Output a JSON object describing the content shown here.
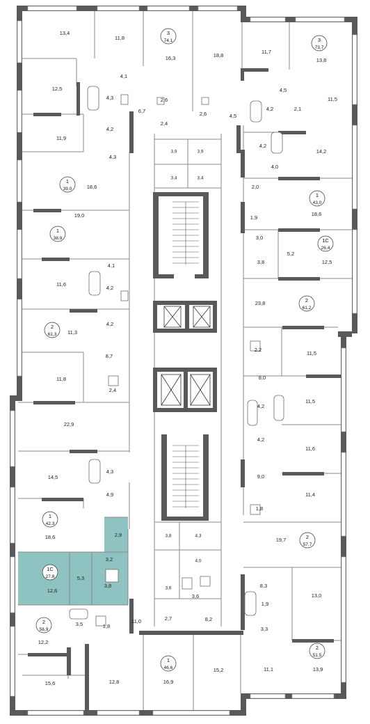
{
  "plan": {
    "accent_color": "#8fc3c1",
    "wall_color": "#58595b",
    "highlighted_unit": {
      "type": "1С",
      "area": "27,8"
    },
    "apartments": [
      {
        "id": "apt-a",
        "type": "3",
        "area": "74,1"
      },
      {
        "id": "apt-b",
        "type": "3",
        "area": "73,7"
      },
      {
        "id": "apt-c",
        "type": "1",
        "area": "39,0"
      },
      {
        "id": "apt-d",
        "type": "1",
        "area": "43,0"
      },
      {
        "id": "apt-e",
        "type": "1",
        "area": "38,9"
      },
      {
        "id": "apt-f",
        "type": "1С",
        "area": "26,4"
      },
      {
        "id": "apt-g",
        "type": "2",
        "area": "61,2"
      },
      {
        "id": "apt-h",
        "type": "2",
        "area": "61,3"
      },
      {
        "id": "apt-i",
        "type": "1",
        "area": "42,3"
      },
      {
        "id": "apt-j",
        "type": "2",
        "area": "57,7"
      },
      {
        "id": "apt-k",
        "type": "1С",
        "area": "27,8"
      },
      {
        "id": "apt-l",
        "type": "2",
        "area": "56,9"
      },
      {
        "id": "apt-m",
        "type": "2",
        "area": "51,5"
      },
      {
        "id": "apt-n",
        "type": "1",
        "area": "46,6"
      }
    ],
    "rooms": [
      {
        "id": "r01",
        "text": "13,4"
      },
      {
        "id": "r02",
        "text": "11,8"
      },
      {
        "id": "r03",
        "text": "16,3"
      },
      {
        "id": "r04",
        "text": "18,8"
      },
      {
        "id": "r05",
        "text": "11,7"
      },
      {
        "id": "r06",
        "text": "13,8"
      },
      {
        "id": "r07",
        "text": "4,1"
      },
      {
        "id": "r08",
        "text": "12,5"
      },
      {
        "id": "r09",
        "text": "4,3"
      },
      {
        "id": "r10",
        "text": "6,7"
      },
      {
        "id": "r11",
        "text": "2,6"
      },
      {
        "id": "r12",
        "text": "2,6"
      },
      {
        "id": "r13",
        "text": "4,5"
      },
      {
        "id": "r14",
        "text": "4,5"
      },
      {
        "id": "r15",
        "text": "11,5"
      },
      {
        "id": "r16",
        "text": "4,2"
      },
      {
        "id": "r17",
        "text": "2,1"
      },
      {
        "id": "r18",
        "text": "2,4"
      },
      {
        "id": "r19",
        "text": "4,2"
      },
      {
        "id": "r20",
        "text": "11,9"
      },
      {
        "id": "r21",
        "text": "3,9"
      },
      {
        "id": "r22",
        "text": "3,9"
      },
      {
        "id": "r23",
        "text": "4,2"
      },
      {
        "id": "r24",
        "text": "14,2"
      },
      {
        "id": "r25",
        "text": "4,3"
      },
      {
        "id": "r26",
        "text": "4,0"
      },
      {
        "id": "r27",
        "text": "3,4"
      },
      {
        "id": "r28",
        "text": "3,4"
      },
      {
        "id": "r29",
        "text": "2,0"
      },
      {
        "id": "r30",
        "text": "18,6"
      },
      {
        "id": "r31",
        "text": "18,6"
      },
      {
        "id": "r32",
        "text": "1,9"
      },
      {
        "id": "r33",
        "text": "19,0"
      },
      {
        "id": "r34",
        "text": "3,0"
      },
      {
        "id": "r35",
        "text": "5,2"
      },
      {
        "id": "r36",
        "text": "3,8"
      },
      {
        "id": "r37",
        "text": "12,5"
      },
      {
        "id": "r38",
        "text": "4,1"
      },
      {
        "id": "r39",
        "text": "11,6"
      },
      {
        "id": "r40",
        "text": "4,2"
      },
      {
        "id": "r41",
        "text": "23,8"
      },
      {
        "id": "r42",
        "text": "4,2"
      },
      {
        "id": "r43",
        "text": "11,3"
      },
      {
        "id": "r44",
        "text": "2,2"
      },
      {
        "id": "r45",
        "text": "11,5"
      },
      {
        "id": "r46",
        "text": "8,7"
      },
      {
        "id": "r47",
        "text": "8,0"
      },
      {
        "id": "r48",
        "text": "11,8"
      },
      {
        "id": "r49",
        "text": "2,4"
      },
      {
        "id": "r50",
        "text": "11,5"
      },
      {
        "id": "r51",
        "text": "4,2"
      },
      {
        "id": "r52",
        "text": "22,9"
      },
      {
        "id": "r53",
        "text": "4,2"
      },
      {
        "id": "r54",
        "text": "11,6"
      },
      {
        "id": "r55",
        "text": "14,5"
      },
      {
        "id": "r56",
        "text": "4,3"
      },
      {
        "id": "r57",
        "text": "9,0"
      },
      {
        "id": "r58",
        "text": "11,4"
      },
      {
        "id": "r59",
        "text": "4,9"
      },
      {
        "id": "r60",
        "text": "1,8"
      },
      {
        "id": "r61",
        "text": "18,6"
      },
      {
        "id": "r62",
        "text": "2,9"
      },
      {
        "id": "r63",
        "text": "3,8"
      },
      {
        "id": "r64",
        "text": "4,3"
      },
      {
        "id": "r65",
        "text": "19,7"
      },
      {
        "id": "r66",
        "text": "3,2"
      },
      {
        "id": "r67",
        "text": "4,0"
      },
      {
        "id": "r68",
        "text": "5,3"
      },
      {
        "id": "r69",
        "text": "8,3"
      },
      {
        "id": "r70",
        "text": "12,6"
      },
      {
        "id": "r71",
        "text": "3,8"
      },
      {
        "id": "r72",
        "text": "3,6"
      },
      {
        "id": "r73",
        "text": "3,6"
      },
      {
        "id": "r74",
        "text": "1,9"
      },
      {
        "id": "r75",
        "text": "13,0"
      },
      {
        "id": "r76",
        "text": "3,5"
      },
      {
        "id": "r77",
        "text": "1,8"
      },
      {
        "id": "r78",
        "text": "11,0"
      },
      {
        "id": "r79",
        "text": "3,3"
      },
      {
        "id": "r80",
        "text": "12,2"
      },
      {
        "id": "r81",
        "text": "2,7"
      },
      {
        "id": "r82",
        "text": "8,2"
      },
      {
        "id": "r83",
        "text": "15,6"
      },
      {
        "id": "r84",
        "text": "12,8"
      },
      {
        "id": "r85",
        "text": "16,9"
      },
      {
        "id": "r86",
        "text": "15,2"
      },
      {
        "id": "r87",
        "text": "11,1"
      },
      {
        "id": "r88",
        "text": "13,9"
      }
    ]
  }
}
